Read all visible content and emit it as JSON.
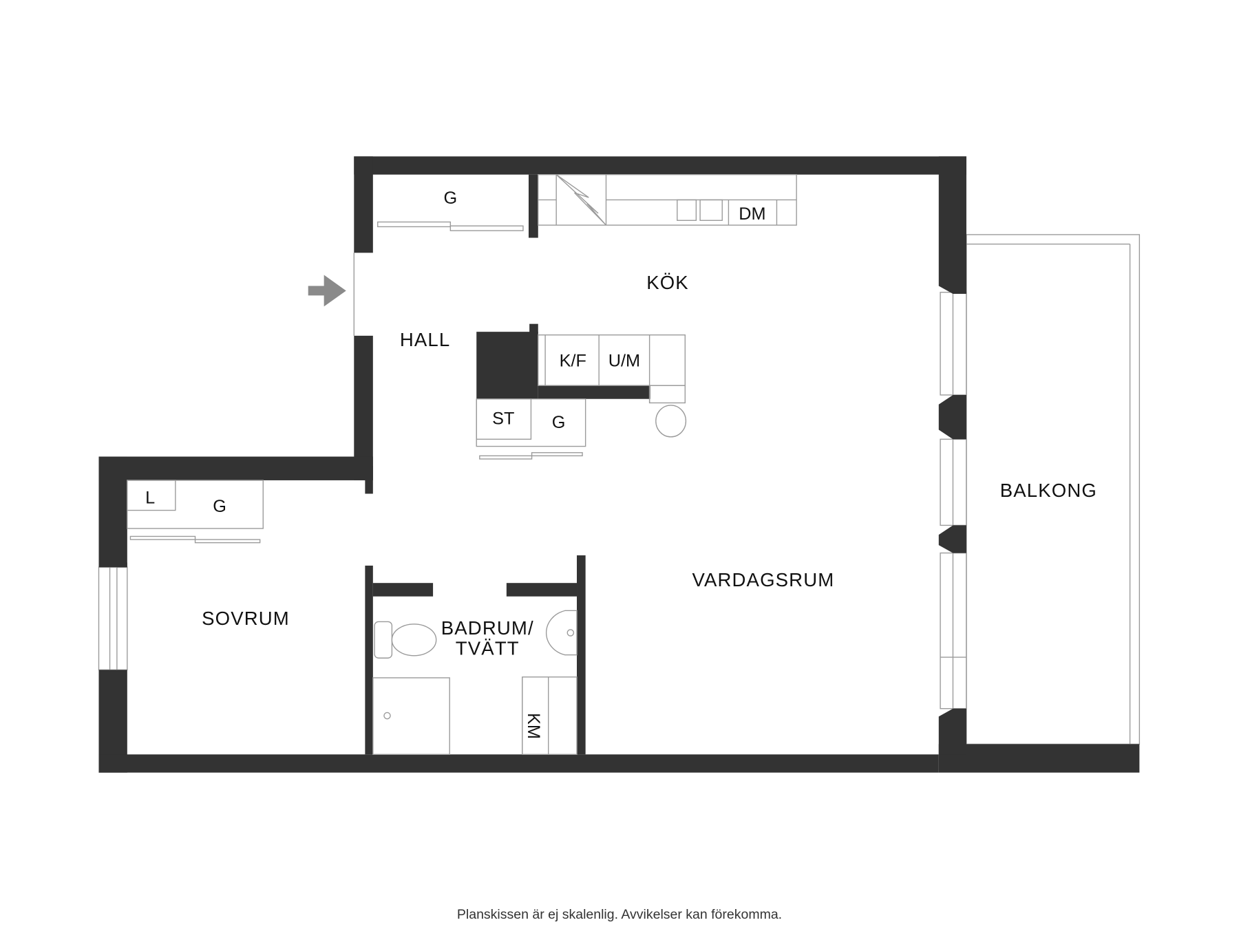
{
  "rooms": {
    "kitchen": "KÖK",
    "hall": "HALL",
    "living_room": "VARDAGSRUM",
    "bedroom": "SOVRUM",
    "bathroom_line1": "BADRUM/",
    "bathroom_line2": "TVÄTT",
    "balcony": "BALKONG"
  },
  "fixtures": {
    "hall_wardrobe": "G",
    "dishwasher": "DM",
    "fridge_freezer": "K/F",
    "oven_microwave": "U/M",
    "storage": "ST",
    "island_wardrobe": "G",
    "linen": "L",
    "bedroom_wardrobe": "G",
    "washing_machine": "KM"
  },
  "entrance_icon": "arrow-right-icon",
  "footer_note": "Planskissen är ej skalenlig. Avvikelser kan förekomma.",
  "colors": {
    "wall": "#333333",
    "arrow": "#8a8a8a",
    "line": "#9a9a9a"
  }
}
